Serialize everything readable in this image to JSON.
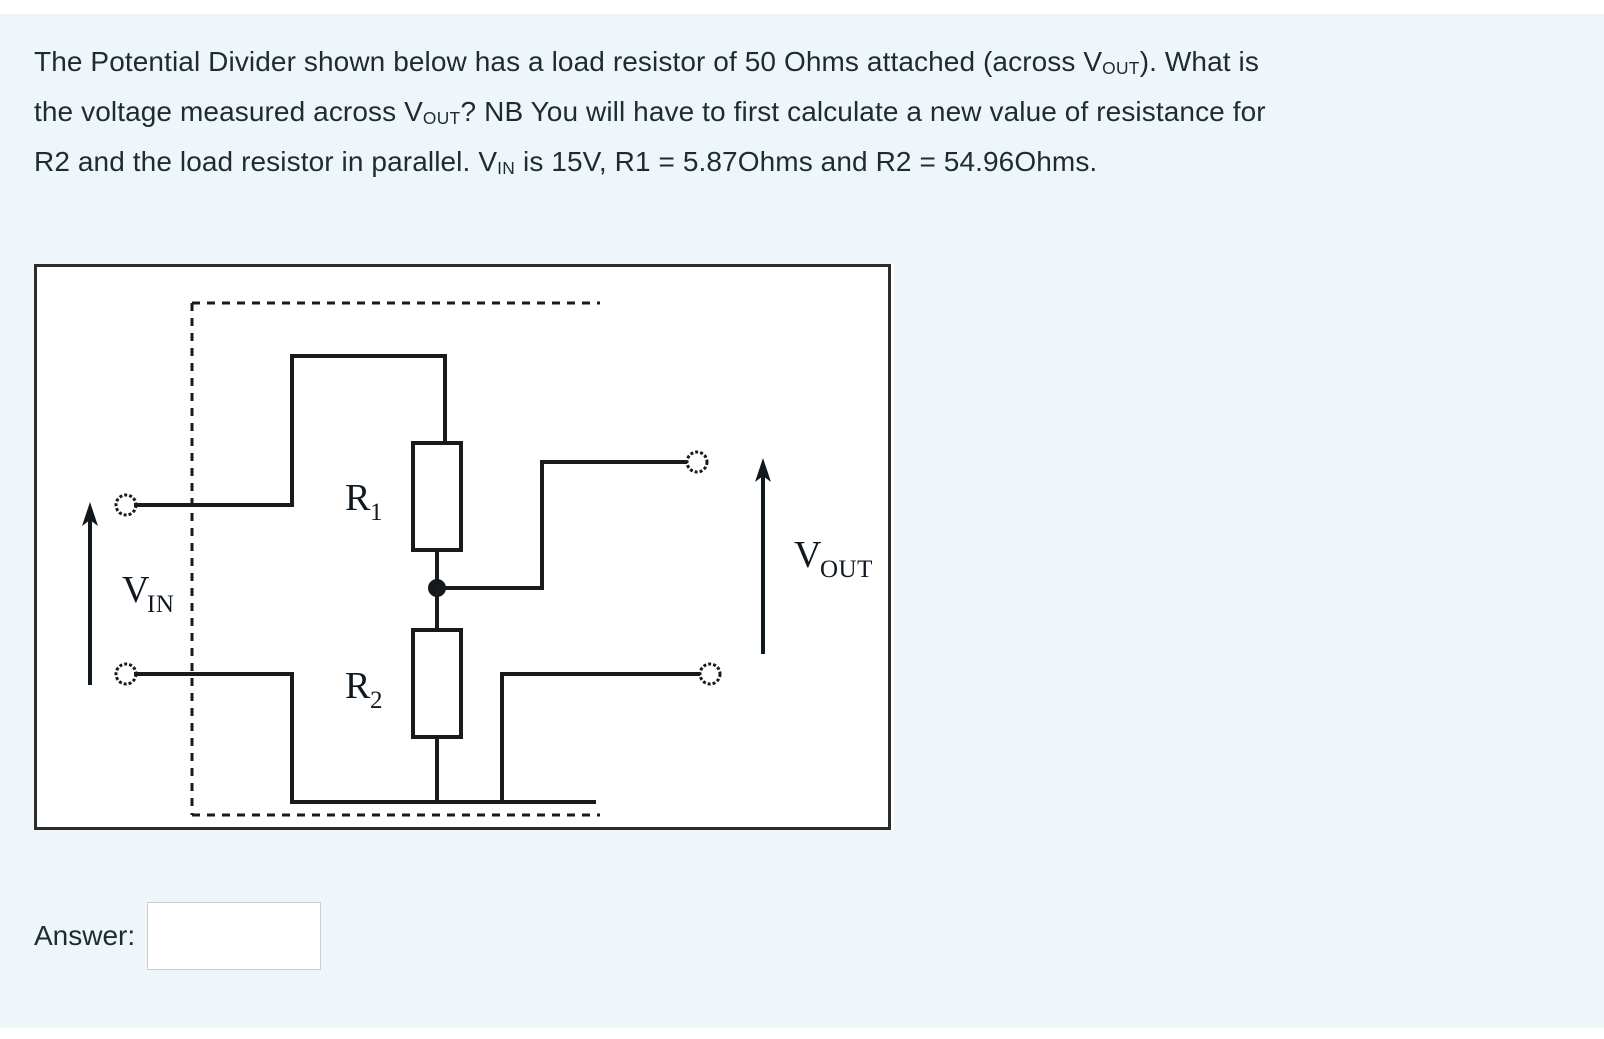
{
  "page": {
    "background_color": "#eff6fa",
    "text_color": "#1d2b33"
  },
  "question": {
    "line1_a": "The Potential Divider shown below has a load resistor of 50 Ohms attached (across V",
    "line1_sub": "OUT",
    "line1_b": "). What is",
    "line2_a": "the voltage measured across V",
    "line2_sub": "OUT",
    "line2_b": "?",
    "line2_c": "NB You will have to first calculate a new value of resistance for",
    "line3_a": "R2 and the load resistor in parallel.",
    "line3_b": "V",
    "line3_sub": "IN",
    "line3_c": " is 15V, R1 = 5.87Ohms and R2 = 54.96Ohms."
  },
  "diagram": {
    "title": "potential-divider-circuit",
    "labels": {
      "vin_main": "V",
      "vin_sub": "IN",
      "vout_main": "V",
      "vout_sub": "OUT",
      "r1_main": "R",
      "r1_sub": "1",
      "r2_main": "R",
      "r2_sub": "2"
    },
    "stroke_color": "#1a1a1a",
    "fill_color": "#ffffff"
  },
  "answer": {
    "label": "Answer:",
    "value": "",
    "placeholder": ""
  }
}
